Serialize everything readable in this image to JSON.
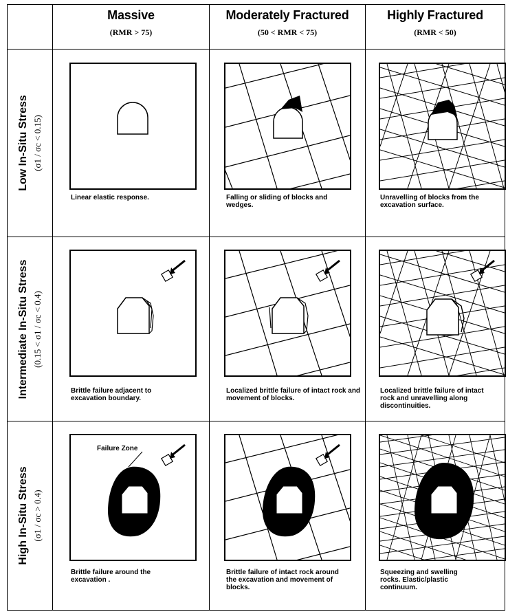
{
  "columns": [
    {
      "title": "Massive",
      "subtitle": "(RMR > 75)"
    },
    {
      "title": "Moderately Fractured",
      "subtitle": "(50 < RMR < 75)"
    },
    {
      "title": "Highly Fractured",
      "subtitle": "(RMR < 50)"
    }
  ],
  "rows": [
    {
      "title": "Low In-Situ Stress",
      "subtitle": "(σ1 / σc < 0.15)"
    },
    {
      "title": "Intermediate In-Situ Stress",
      "subtitle": "(0.15 < σ1 / σc < 0.4)"
    },
    {
      "title": "High In-Situ Stress",
      "subtitle": "(σ1 / σc > 0.4)"
    }
  ],
  "captions": [
    [
      "Linear elastic response.",
      "Falling or sliding of blocks and wedges.",
      "Unravelling of blocks from the excavation surface."
    ],
    [
      "Brittle failure adjacent to excavation boundary.",
      "Localized brittle failure of intact rock and movement of blocks.",
      "Localized brittle failure of intact rock and unravelling along discontinuities."
    ],
    [
      "Brittle failure around the excavation .",
      "Brittle failure of intact rock around the excavation and movement of blocks.",
      "Squeezing and swelling rocks. Elastic/plastic continuum."
    ]
  ],
  "annotation": {
    "failure_zone": "Failure Zone"
  },
  "colors": {
    "ink": "#000000",
    "background": "#ffffff"
  }
}
